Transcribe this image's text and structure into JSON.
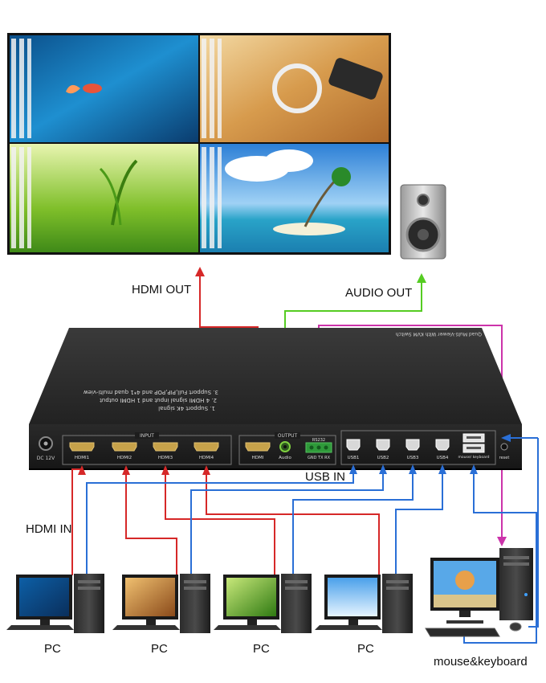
{
  "labels": {
    "hdmi_out": "HDMI OUT",
    "audio_out": "AUDIO OUT",
    "usb_in": "USB IN",
    "hdmi_in": "HDMI IN",
    "pc": "PC",
    "mouse_keyboard": "mouse&keyboard"
  },
  "device": {
    "top_label": "Quad Multi-Viewer With KVM Switch",
    "features": [
      "1. Support 4K signal",
      "2. 4 HDMI signal input and 1 HDMI output",
      "3. Support Full,PIP,POP and 4*1 quad multi-view"
    ],
    "power_label": "DC 12V",
    "input_group": "INPUT",
    "inputs": [
      "HDMI1",
      "HDMI2",
      "HDMI3",
      "HDMI4"
    ],
    "output_group": "OUTPUT",
    "output_hdmi": "HDMI",
    "output_audio": "Audio",
    "rs232": "RS232",
    "rs232_pins": "GND TX RX",
    "usb_ports": [
      "USB1",
      "USB2",
      "USB3",
      "USB4"
    ],
    "mouse_keyboard_port": "mouse/ keyboard",
    "reset": "reset"
  },
  "colors": {
    "hdmi_line": "#d62828",
    "audio_line": "#55cc22",
    "rs232_line": "#cc33aa",
    "usb_line": "#2a6fd6"
  }
}
